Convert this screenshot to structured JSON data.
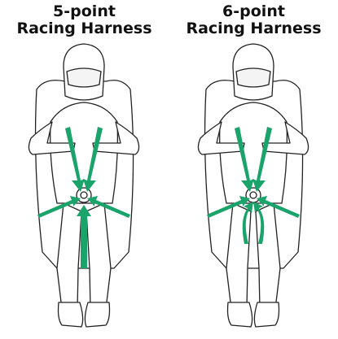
{
  "panels": [
    {
      "title_line1": "5-point",
      "title_line2": "Racing Harness",
      "type": "5-point"
    },
    {
      "title_line1": "6-point",
      "title_line2": "Racing Harness",
      "type": "6-point"
    }
  ],
  "colors": {
    "arrow": "#1aa36a",
    "line": "#222222",
    "fill": "#ffffff"
  }
}
